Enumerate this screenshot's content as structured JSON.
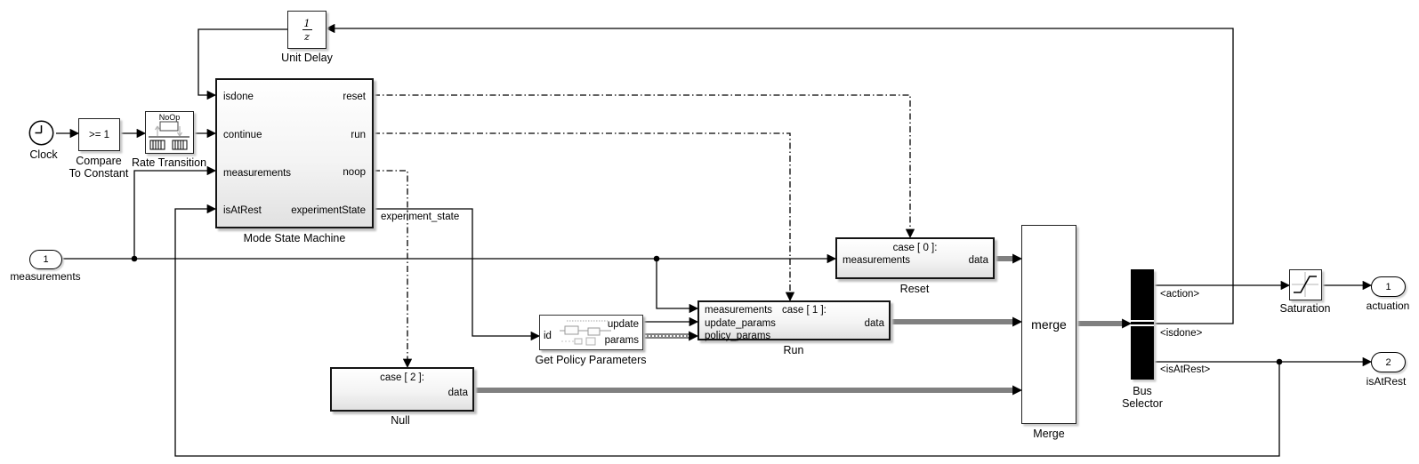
{
  "model": {
    "blocks": {
      "clock": {
        "name": "Clock"
      },
      "compare_to_constant": {
        "operator": ">= 1",
        "name_line1": "Compare",
        "name_line2": "To Constant"
      },
      "rate_transition": {
        "mode": "NoOp",
        "name": "Rate Transition"
      },
      "unit_delay": {
        "numerator": "1",
        "denominator": "z",
        "name": "Unit Delay"
      },
      "mode_state_machine": {
        "name": "Mode State Machine",
        "inputs": [
          "isdone",
          "continue",
          "measurements",
          "isAtRest"
        ],
        "outputs": [
          "reset",
          "run",
          "noop",
          "experimentState"
        ]
      },
      "reset": {
        "case": "case [ 0 ]:",
        "input": "measurements",
        "output": "data",
        "name": "Reset"
      },
      "get_policy_parameters": {
        "input": "id",
        "output1": "update",
        "output2": "params",
        "name": "Get Policy Parameters"
      },
      "run": {
        "input1": "measurements",
        "case": "case [ 1 ]:",
        "input2": "update_params",
        "input3": "policy_params",
        "output": "data",
        "name": "Run"
      },
      "null_block": {
        "case": "case [ 2 ]:",
        "output": "data",
        "name": "Null"
      },
      "merge": {
        "text": "merge",
        "name": "Merge"
      },
      "bus_selector": {
        "name_line1": "Bus",
        "name_line2": "Selector",
        "signals": [
          "<action>",
          "<isdone>",
          "<isAtRest>"
        ]
      },
      "saturation": {
        "name": "Saturation"
      }
    },
    "inports": [
      {
        "number": "1",
        "name": "measurements"
      }
    ],
    "outports": [
      {
        "number": "1",
        "name": "actuation"
      },
      {
        "number": "2",
        "name": "isAtRest"
      }
    ],
    "signal_labels": {
      "experiment_state": "experiment_state"
    },
    "colors": {
      "background": "#ffffff",
      "line": "#000000",
      "bus_selector_fill": "#000000",
      "block_fill": "#f0f0f0"
    }
  }
}
